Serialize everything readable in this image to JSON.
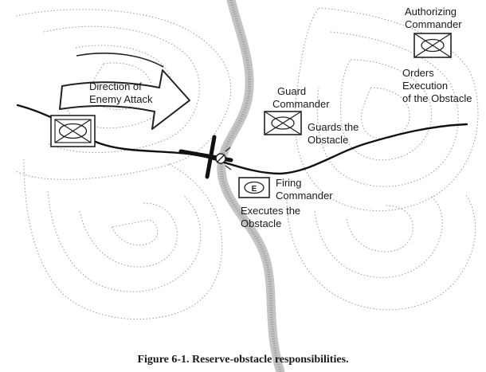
{
  "labels": {
    "direction": [
      "Direction of",
      "Enemy Attack"
    ],
    "authorizing": [
      "Authorizing",
      "Commander"
    ],
    "orders": [
      "Orders",
      "Execution",
      "of the Obstacle"
    ],
    "guard": [
      "Guard",
      "Commander"
    ],
    "guards_obstacle": [
      "Guards the",
      "Obstacle"
    ],
    "firing": [
      "Firing",
      "Commander"
    ],
    "executes": [
      "Executes the",
      "Obstacle"
    ]
  },
  "firing_symbol_letter": "E",
  "caption": "Figure 6-1.  Reserve-obstacle responsibilities.",
  "icons": {
    "unit": "military-unit-symbol-icon",
    "obstacle": "reserve-obstacle-icon",
    "arrow": "attack-direction-arrow-icon",
    "firing": "firing-point-symbol-icon"
  }
}
